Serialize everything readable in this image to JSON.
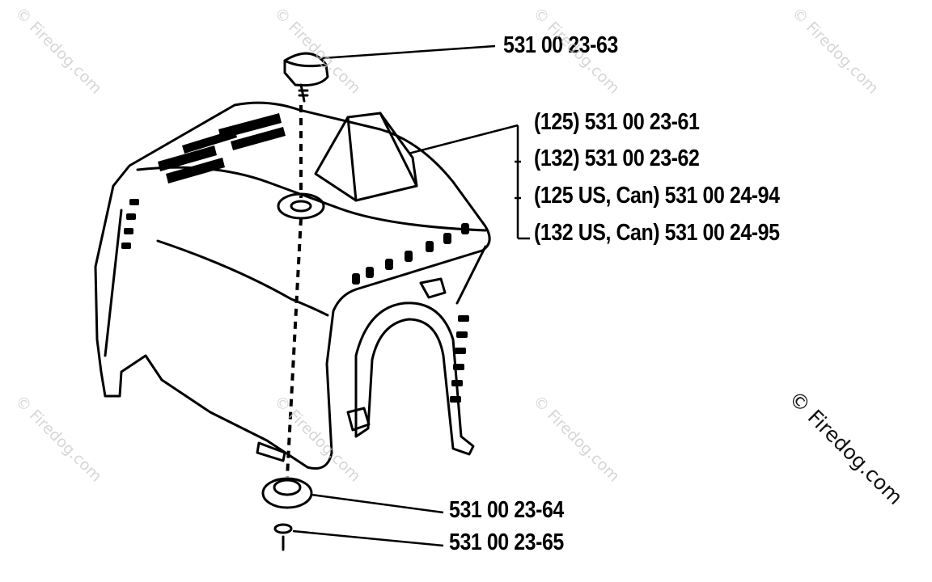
{
  "parts": {
    "knob": "531 00 23-63",
    "cover_125": "(125) 531 00 23-61",
    "cover_132": "(132) 531 00 23-62",
    "cover_125_us": "(125 US, Can) 531 00 24-94",
    "cover_132_us": "(132 US, Can) 531 00 24-95",
    "grommet": "531 00 23-64",
    "washer": "531 00 23-65"
  },
  "watermark": {
    "text": "© Firedog.com"
  },
  "colors": {
    "line": "#000000",
    "watermark": "#c9c9c9",
    "background": "#ffffff"
  }
}
